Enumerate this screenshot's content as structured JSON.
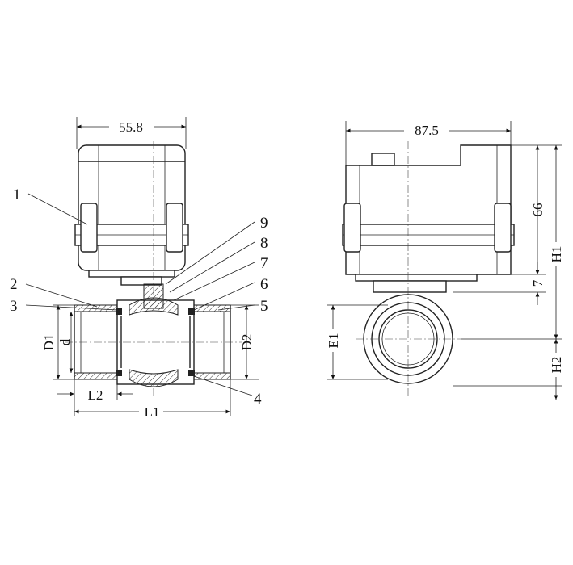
{
  "front_view": {
    "width_dim": "55.8",
    "dims": {
      "D1": "D1",
      "d": "d",
      "D2": "D2",
      "L2": "L2",
      "L1": "L1"
    },
    "callouts": [
      "1",
      "2",
      "3",
      "4",
      "5",
      "6",
      "7",
      "8",
      "9"
    ]
  },
  "side_view": {
    "width_dim": "87.5",
    "dims": {
      "h66": "66",
      "H1": "H1",
      "h7": "7",
      "H2": "H2",
      "E1": "E1"
    }
  }
}
